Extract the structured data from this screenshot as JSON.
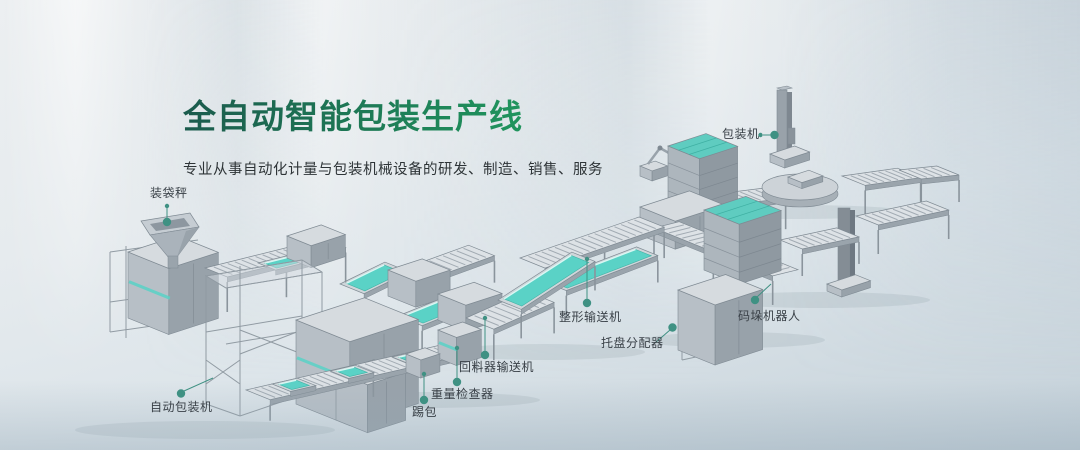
{
  "header": {
    "title": "全自动智能包装生产线",
    "subtitle": "专业从事自动化计量与包装机械设备的研发、制造、销售、服务"
  },
  "labels": [
    {
      "id": "bagging-scale",
      "text": "装袋秤"
    },
    {
      "id": "wrapping-machine",
      "text": "包装机"
    },
    {
      "id": "shaping-conveyor",
      "text": "整形输送机"
    },
    {
      "id": "pallet-dispenser",
      "text": "托盘分配器"
    },
    {
      "id": "palletizing-robot",
      "text": "码垛机器人"
    },
    {
      "id": "return-feeder-conveyor",
      "text": "回料器输送机"
    },
    {
      "id": "weight-checker",
      "text": "重量检查器"
    },
    {
      "id": "bag-kicker",
      "text": "踢包"
    },
    {
      "id": "auto-packing-machine",
      "text": "自动包装机"
    }
  ],
  "theme": {
    "title_gradient_start": "#1b5b4d",
    "title_gradient_end": "#21a261",
    "subtitle_color": "#2e3437",
    "label_color": "#394047",
    "leader_color": "#3f9183",
    "belt_teal": "#5ad2c6",
    "stack_teal": "#5fccc0",
    "background_top": "#eceff1",
    "background_bottom": "#c2cfd8"
  }
}
